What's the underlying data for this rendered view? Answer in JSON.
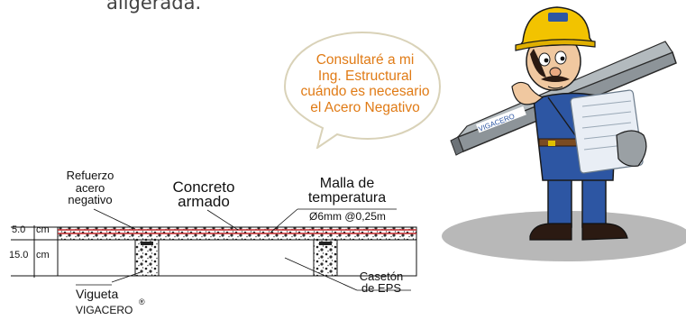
{
  "header": {
    "text": "aligerada."
  },
  "speech_bubble": {
    "lines": [
      "Consultaré a mi",
      "Ing. Estructural",
      "cuándo es necesario",
      "el Acero Negativo"
    ]
  },
  "diagram": {
    "labels": {
      "refuerzo": [
        "Refuerzo",
        "acero",
        "negativo"
      ],
      "concreto": [
        "Concreto",
        "armado"
      ],
      "malla": [
        "Malla de",
        "temperatura"
      ],
      "malla_spec": "Ø6mm @0,25m",
      "vigueta": "Vigueta",
      "vigacero": "VIGACERO",
      "registered": "®",
      "caseton": [
        "Casetón",
        "de EPS"
      ],
      "dim_top": "5.0",
      "dim_bottom": "15.0",
      "unit_top": "cm",
      "unit_bottom": "cm"
    }
  },
  "character": {
    "beam_brand": "VIGACERO"
  },
  "colors": {
    "bubble_text": "#e07b16",
    "bubble_border": "#d9d2b8",
    "helmet": "#f2c300",
    "overalls": "#2d56a3",
    "shadow": "#b8b8b8",
    "rebar": "#c0282c"
  }
}
